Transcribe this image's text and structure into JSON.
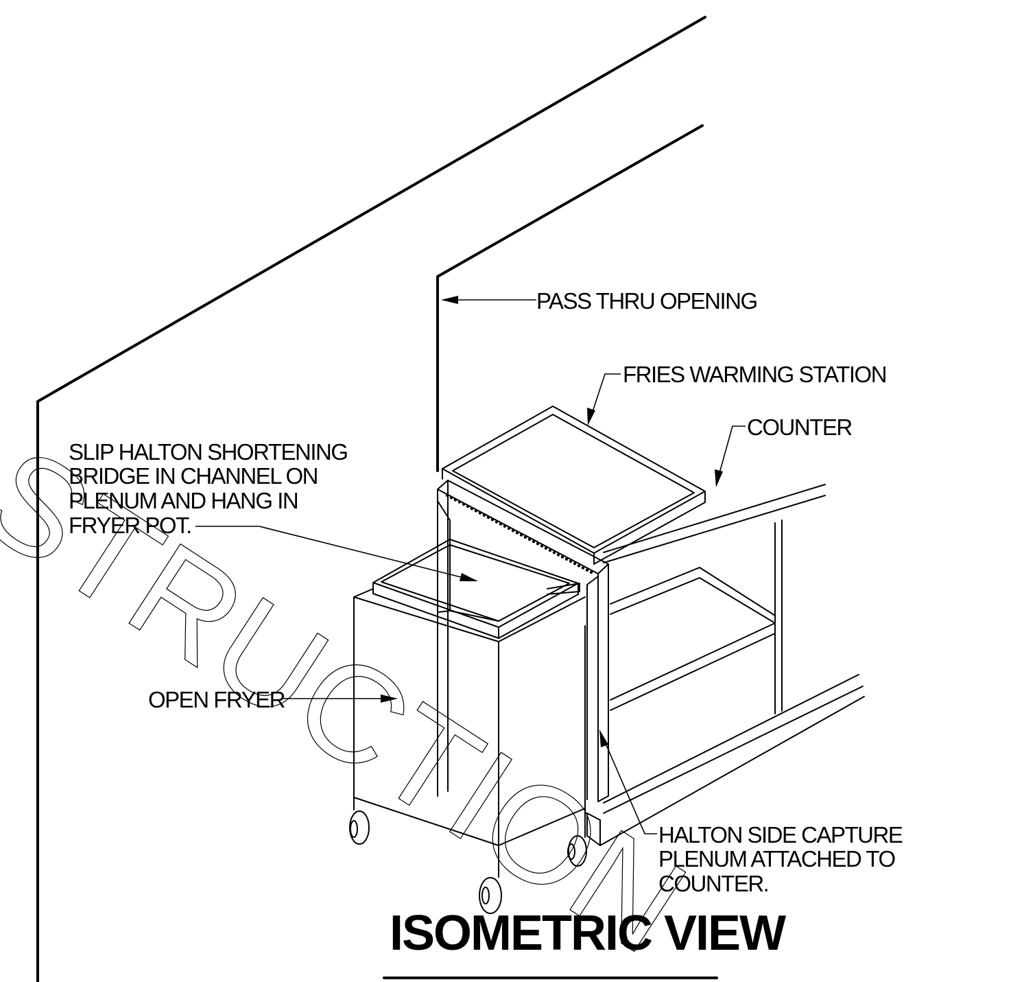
{
  "labels": {
    "pass_thru": "PASS THRU OPENING",
    "fries_station": "FRIES WARMING STATION",
    "counter": "COUNTER",
    "slip_bridge": [
      "SLIP HALTON SHORTENING",
      "BRIDGE IN CHANNEL ON",
      "PLENUM AND  HANG IN",
      "FRYER POT."
    ],
    "open_fryer": "OPEN FRYER",
    "plenum": [
      "HALTON SIDE CAPTURE",
      "PLENUM ATTACHED TO",
      "COUNTER."
    ]
  },
  "title": "ISOMETRIC VIEW",
  "watermark": "STRUCTION"
}
